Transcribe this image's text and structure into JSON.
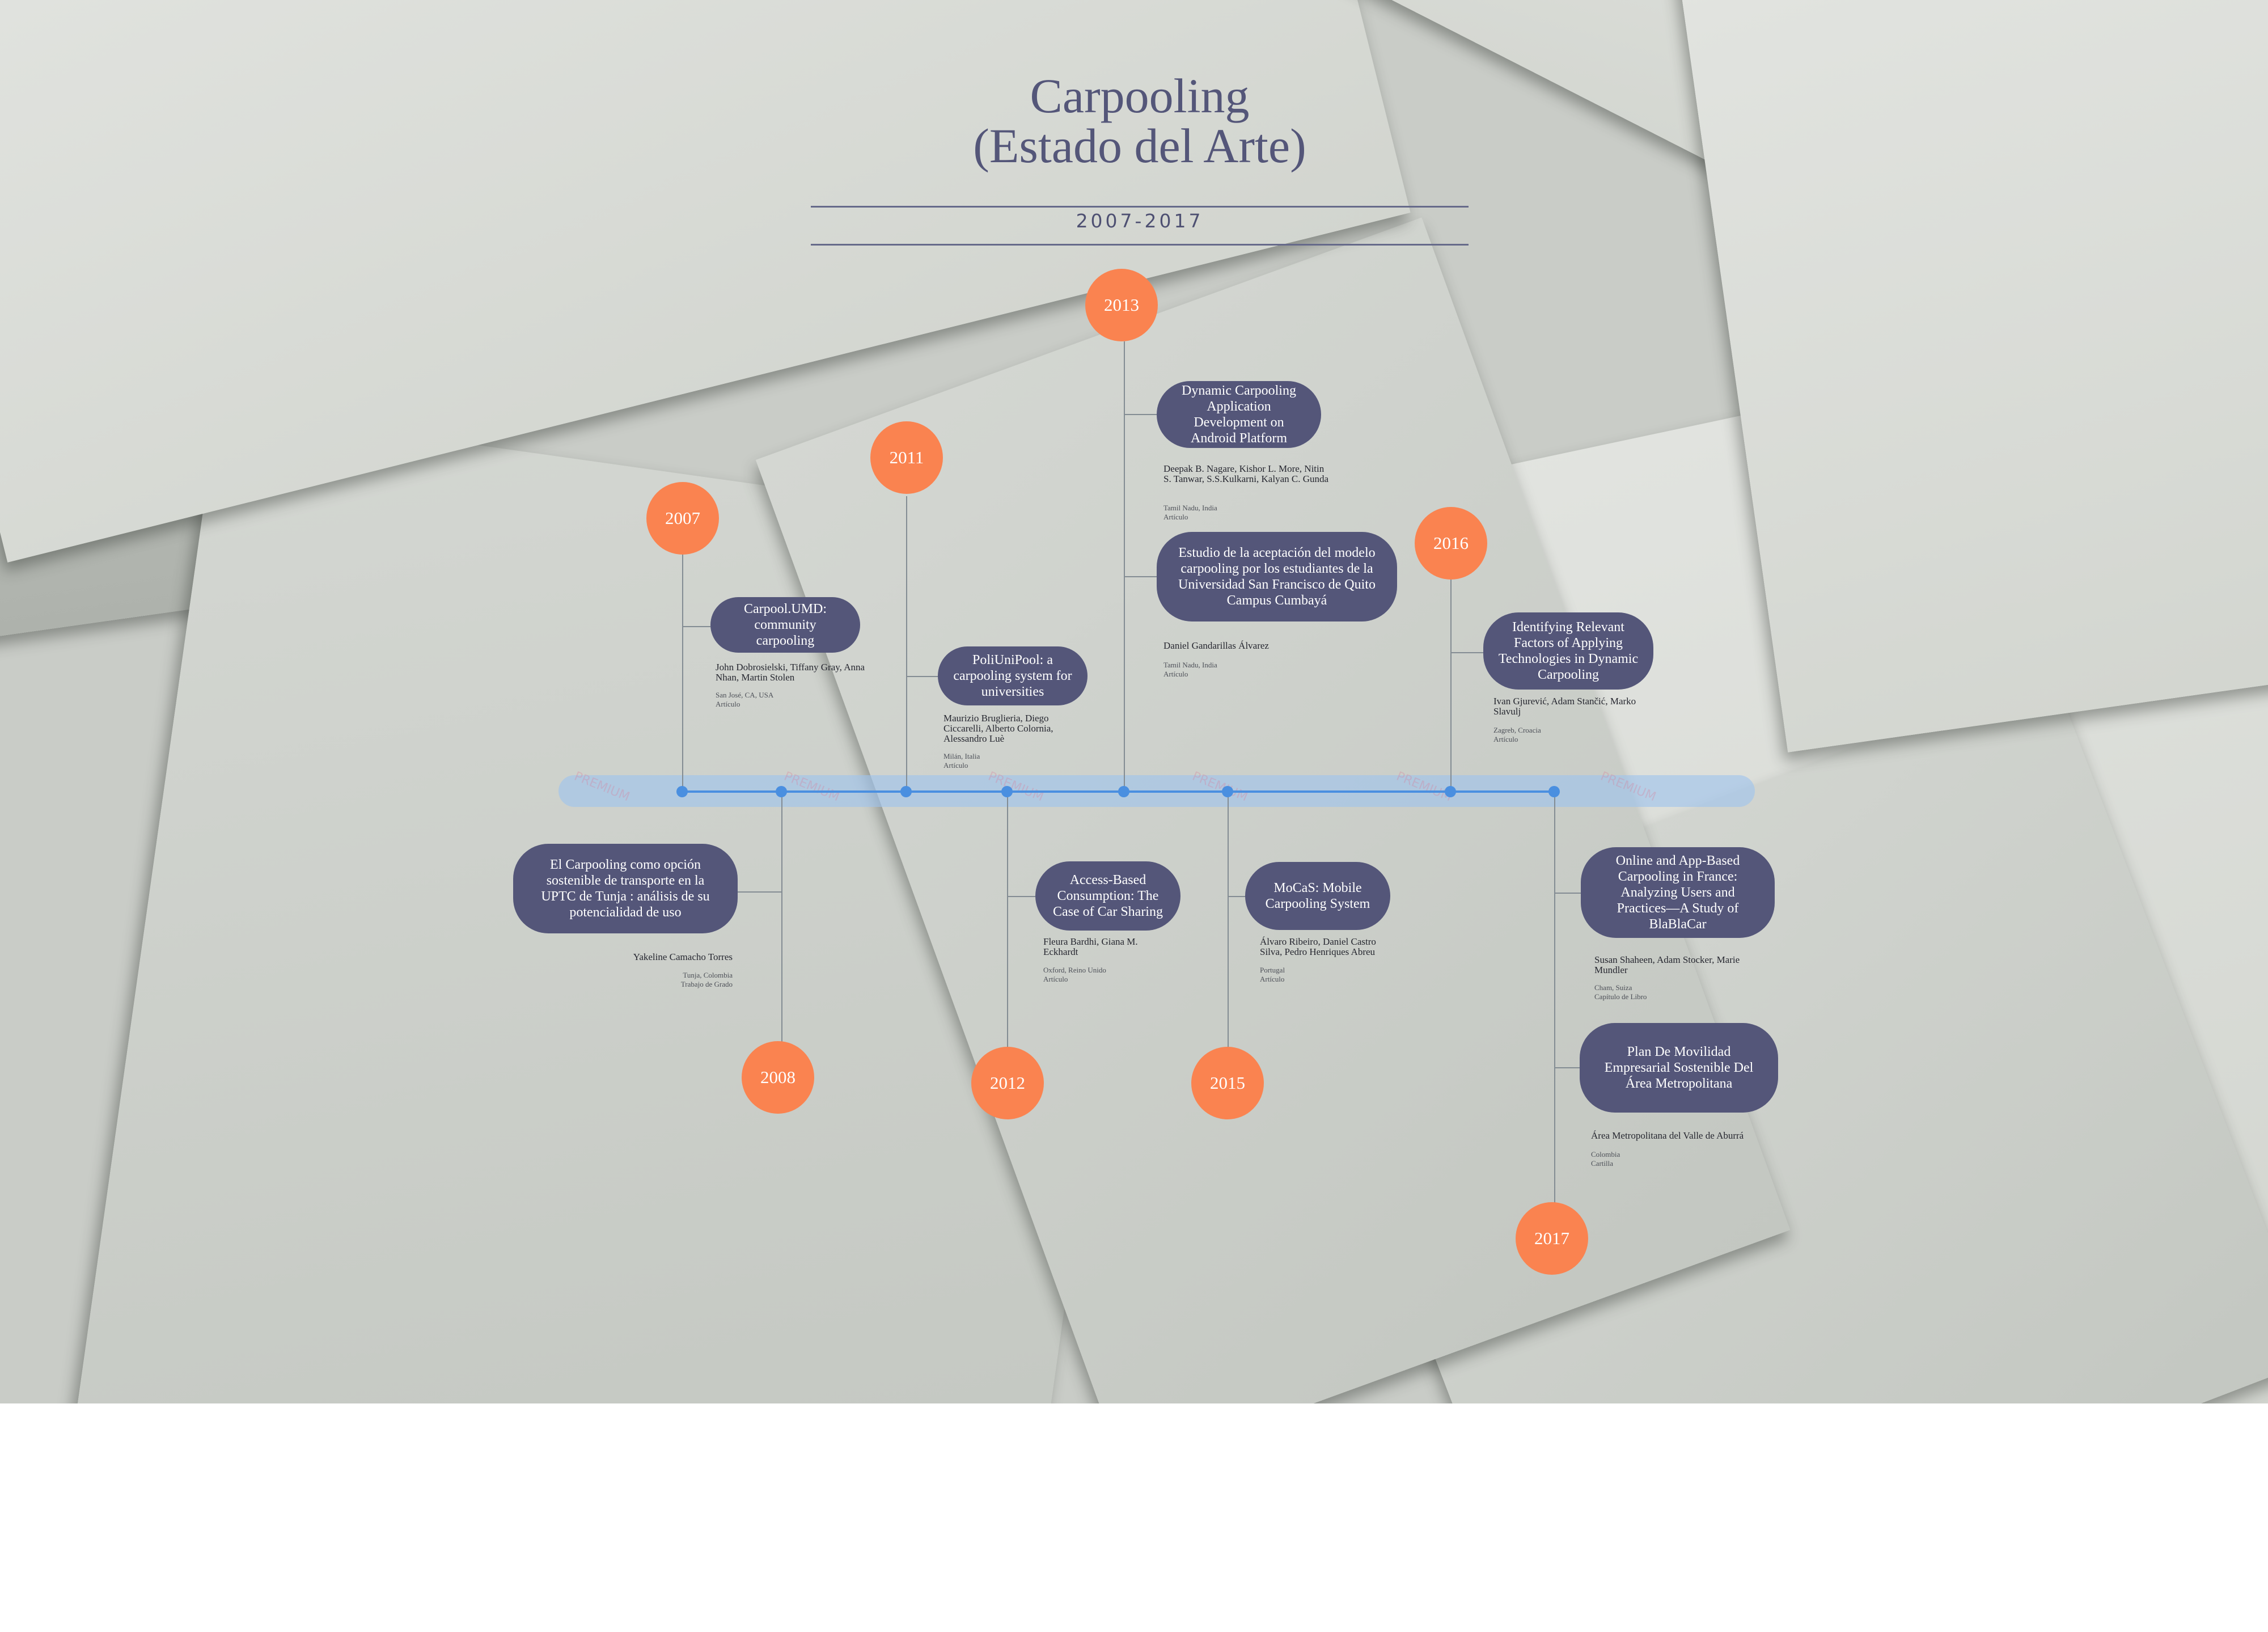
{
  "header": {
    "title_line1": "Carpooling",
    "title_line2": "(Estado del Arte)",
    "period": "2007-2017"
  },
  "colors": {
    "title_text": "#545679",
    "year_circle": "#fa8350",
    "entry_pill": "#545679",
    "timeline_band": "#9ec4ee",
    "timeline_axis": "#4a8fe0",
    "connector": "#838c93"
  },
  "timeline": {
    "watermark": "PREMIUM",
    "years": [
      "2007",
      "2008",
      "2011",
      "2012",
      "2013",
      "2015",
      "2016",
      "2017"
    ]
  },
  "entries": [
    {
      "year": "2007",
      "title": "Carpool.UMD: community carpooling",
      "authors": "John Dobrosielski, Tiffany Gray, Anna Nhan, Martin Stolen",
      "location": "San José, CA, USA",
      "type": "Artículo"
    },
    {
      "year": "2008",
      "title": "El Carpooling como opción sostenible de transporte en la UPTC de Tunja : análisis de su potencialidad de uso",
      "authors": "Yakeline Camacho Torres",
      "location": "Tunja, Colombia",
      "type": "Trabajo de Grado"
    },
    {
      "year": "2011",
      "title": "PoliUniPool: a carpooling system for universities",
      "authors": "Maurizio Bruglieria, Diego Ciccarelli, Alberto Colornia, Alessandro Luè",
      "location": "Milán, Italia",
      "type": "Artículo"
    },
    {
      "year": "2012",
      "title": "Access-Based Consumption: The Case of Car Sharing",
      "authors": "Fleura Bardhi, Giana M. Eckhardt",
      "location": "Oxford, Reino Unido",
      "type": "Artículo"
    },
    {
      "year": "2013",
      "title": "Dynamic Carpooling Application Development on Android Platform",
      "authors": "Deepak B. Nagare, Kishor L. More, Nitin S. Tanwar, S.S.Kulkarni, Kalyan C. Gunda",
      "location": "Tamil Nadu, India",
      "type": "Artículo"
    },
    {
      "year": "2013",
      "title": "Estudio de la aceptación del modelo carpooling por los estudiantes de la Universidad San Francisco de Quito Campus Cumbayá",
      "authors": "Daniel Gandarillas Álvarez",
      "location": "Tamil Nadu, India",
      "type": "Artículo"
    },
    {
      "year": "2015",
      "title": "MoCaS: Mobile Carpooling System",
      "authors": "Álvaro Ribeiro, Daniel Castro Silva, Pedro Henriques Abreu",
      "location": "Portugal",
      "type": "Artículo"
    },
    {
      "year": "2016",
      "title": "Identifying Relevant Factors of Applying Technologies in Dynamic Carpooling",
      "authors": "Ivan Gjurević, Adam Stančić, Marko Slavulj",
      "location": "Zagreb, Croacia",
      "type": "Artículo"
    },
    {
      "year": "2017",
      "title": "Online and App-Based Carpooling in France: Analyzing Users and Practices—A Study of BlaBlaCar",
      "authors": "Susan Shaheen, Adam Stocker, Marie Mundler",
      "location": "Cham, Suiza",
      "type": "Capítulo de Libro"
    },
    {
      "year": "2017",
      "title": "Plan De Movilidad Empresarial Sostenible Del Área Metropolitana",
      "authors": "Área Metropolitana del Valle de Aburrá",
      "location": "Colombia",
      "type": "Cartilla"
    }
  ]
}
